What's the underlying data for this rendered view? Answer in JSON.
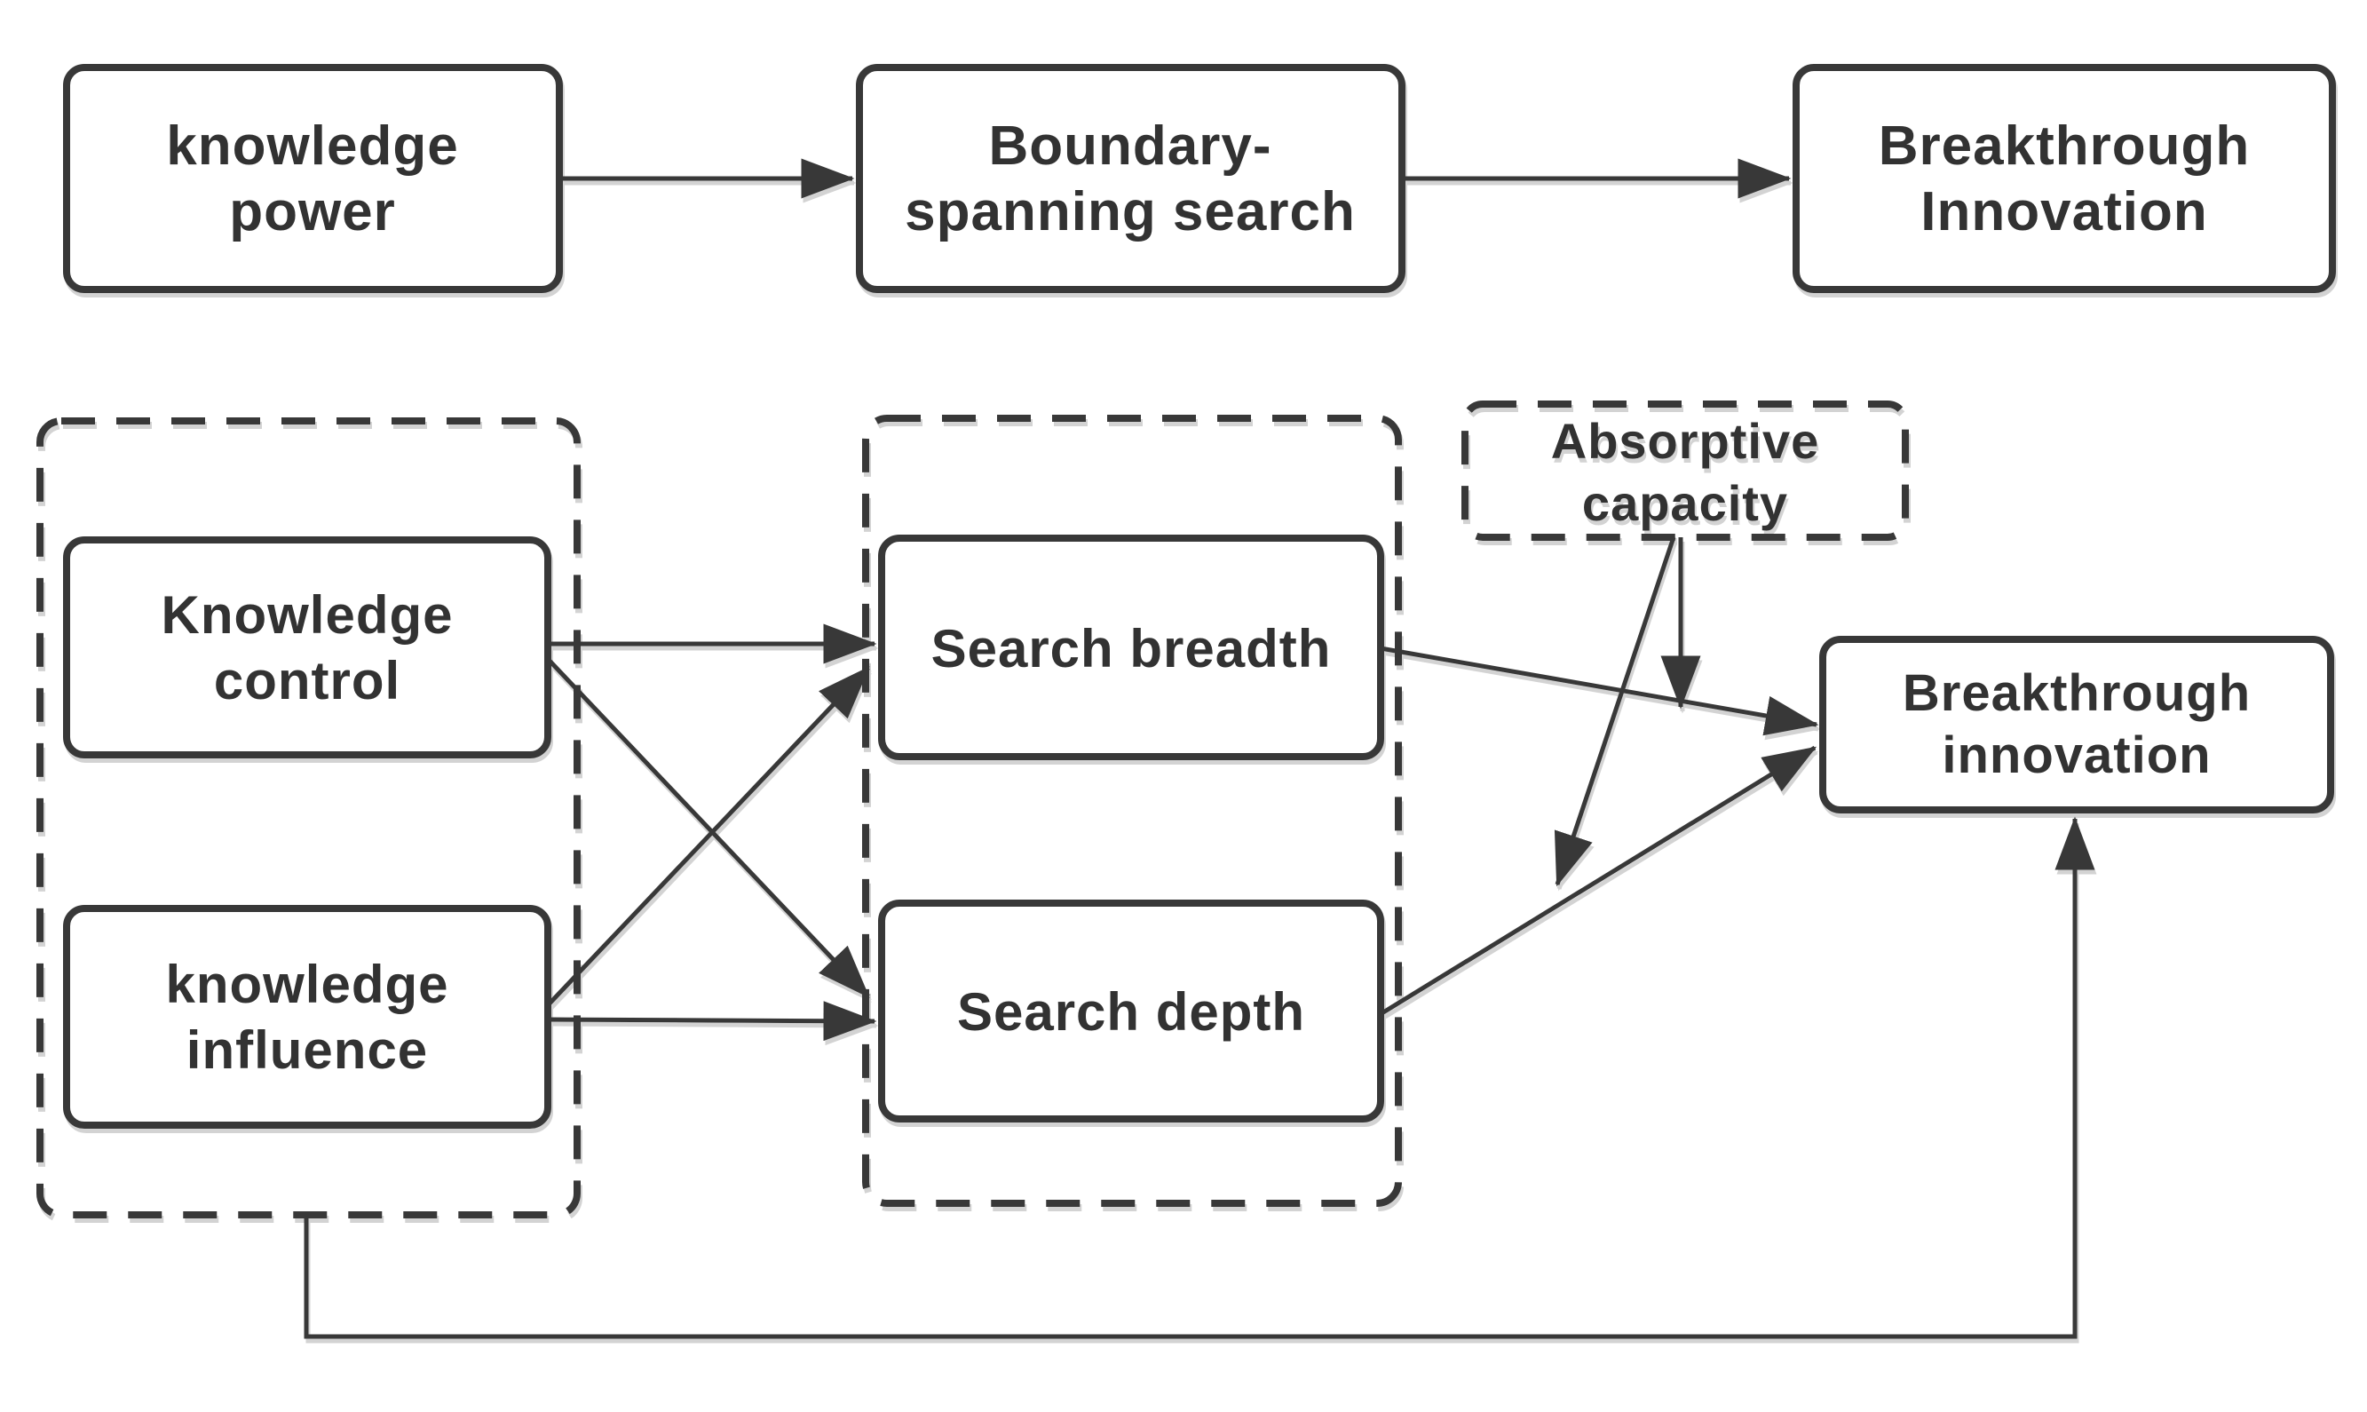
{
  "figure": {
    "background": "#ffffff",
    "stroke_color": "#383838",
    "text_color": "#303030",
    "type": "conceptual-model-diagram"
  },
  "nodes": {
    "knowledge_power": {
      "line1": "knowledge",
      "line2": "power"
    },
    "boundary_spanning_search": {
      "line1": "Boundary-",
      "line2": "spanning search"
    },
    "breakthrough_innovation_top": {
      "line1": "Breakthrough",
      "line2": "Innovation"
    },
    "knowledge_control": {
      "line1": "Knowledge",
      "line2": "control"
    },
    "knowledge_influence": {
      "line1": "knowledge",
      "line2": "influence"
    },
    "search_breadth": {
      "label": "Search breadth"
    },
    "search_depth": {
      "label": "Search depth"
    },
    "absorptive_capacity": {
      "line1": "Absorptive",
      "line2": "capacity"
    },
    "breakthrough_innovation": {
      "line1": "Breakthrough",
      "line2": "innovation"
    }
  },
  "edges": [
    {
      "from": "knowledge_power",
      "to": "boundary_spanning_search",
      "style": "arrow"
    },
    {
      "from": "boundary_spanning_search",
      "to": "breakthrough_innovation_top",
      "style": "arrow"
    },
    {
      "from": "knowledge_control",
      "to": "search_breadth",
      "style": "arrow"
    },
    {
      "from": "knowledge_control",
      "to": "search_depth",
      "style": "arrow"
    },
    {
      "from": "knowledge_influence",
      "to": "search_breadth",
      "style": "arrow"
    },
    {
      "from": "knowledge_influence",
      "to": "search_depth",
      "style": "arrow"
    },
    {
      "from": "search_breadth",
      "to": "breakthrough_innovation",
      "style": "arrow"
    },
    {
      "from": "search_depth",
      "to": "breakthrough_innovation",
      "style": "arrow"
    },
    {
      "from": "absorptive_capacity",
      "to": "search_breadth-breakthrough_innovation-path",
      "style": "moderation-arrow"
    },
    {
      "from": "absorptive_capacity",
      "to": "search_depth-breakthrough_innovation-path",
      "style": "moderation-arrow"
    },
    {
      "from": "knowledge_power_dimensions_group",
      "to": "breakthrough_innovation",
      "style": "feedback-arrow"
    }
  ]
}
